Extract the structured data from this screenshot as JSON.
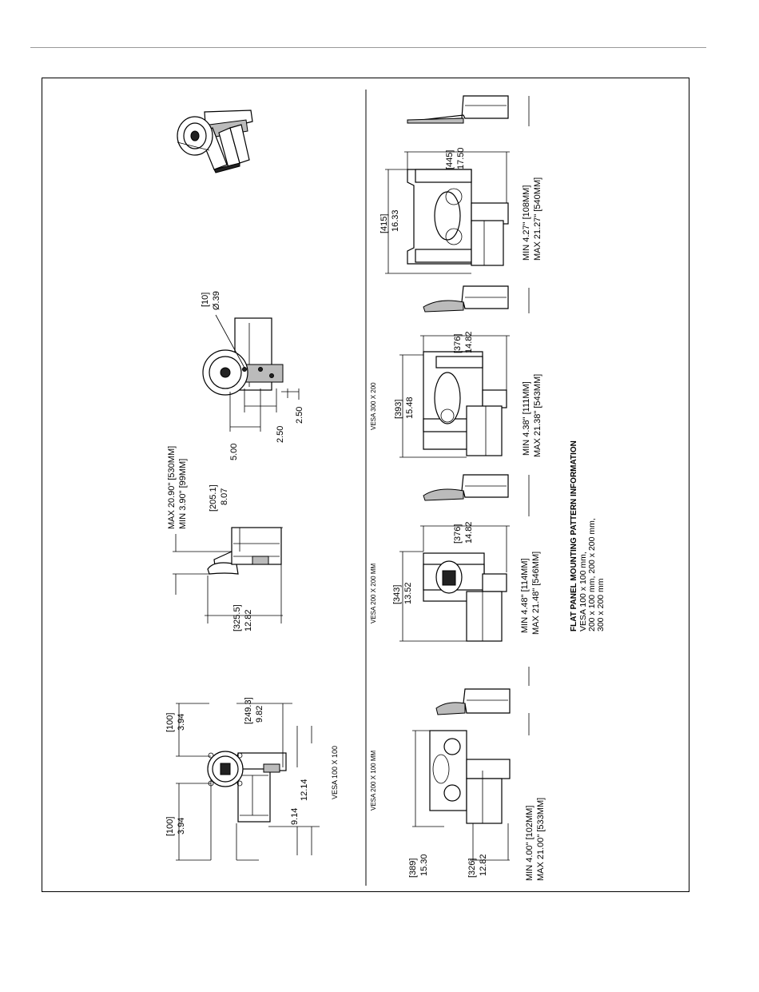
{
  "drawing": {
    "left_views": {
      "vesa100": {
        "label": "VESA 100 X 100",
        "dim_a": "[100]",
        "dim_a_in": "3.94",
        "dim_b": "[100]",
        "dim_b_in": "3.94",
        "dim_c": "[249.3]",
        "dim_c_in": "9.82",
        "dim_d": "12.14",
        "dim_e": "9.14"
      },
      "side": {
        "max": "MAX 20.90\" [530MM]",
        "min": "MIN 3.90\" [99MM]",
        "dim_a": "[205.1]",
        "dim_a_in": "8.07",
        "dim_b": "[325.5]",
        "dim_b_in": "12.82"
      },
      "top": {
        "hole": "[10]",
        "hole_in": "Ø.39",
        "d1": "5.00",
        "d2": "2.50",
        "d3": "2.50"
      }
    },
    "right_views": {
      "v200x100": {
        "label": "VESA 200 X 100 MM",
        "w": "[389]",
        "w_in": "15.30",
        "h": "[326]",
        "h_in": "12.82",
        "min": "MIN 4.00\" [102MM]",
        "max": "MAX 21.00\" [533MM]"
      },
      "v200x200": {
        "label": "VESA 200 X 200 MM",
        "w": "[343]",
        "w_in": "13.52",
        "h": "[376]",
        "h_in": "14.82",
        "min": "MIN 4.48\" [114MM]",
        "max": "MAX 21.48\" [546MM]"
      },
      "v300x200": {
        "label": "VESA 300 X 200",
        "w": "[393]",
        "w_in": "15.48",
        "h": "[376]",
        "h_in": "14.82",
        "min": "MIN 4.38\" [111MM]",
        "max": "MAX 21.38\" [543MM]"
      },
      "v400": {
        "w": "[415]",
        "w_in": "16.33",
        "h": "[445]",
        "h_in": "17.50",
        "min": "MIN 4.27\" [108MM]",
        "max": "MAX 21.27\" [540MM]"
      }
    },
    "info": {
      "title": "FLAT PANEL MOUNTING PATTERN INFORMATION",
      "line1": "VESA 100 x 100 mm,",
      "line2": "200 x 100 mm, 200 x 200 mm,",
      "line3": "300 x 200 mm"
    }
  }
}
